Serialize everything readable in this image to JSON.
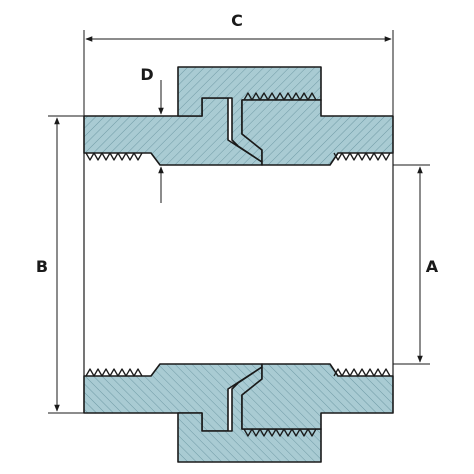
{
  "diagram": {
    "labels": {
      "A": "A",
      "B": "B",
      "C": "C",
      "D": "D"
    },
    "colors": {
      "section_fill": "#a9cbd3",
      "hatch": "#6f9aa5",
      "line": "#1a1a1a"
    }
  }
}
